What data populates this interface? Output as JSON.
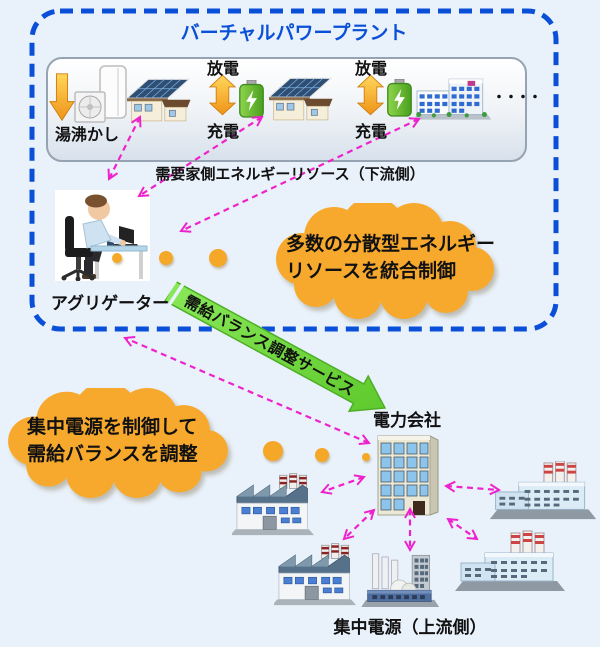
{
  "colors": {
    "background": "#e9f1fa",
    "vpp_border_blue": "#0a4fd8",
    "title_blue": "#0a4fd8",
    "callout_orange": "#f7a92e",
    "link_arrow_pink": "#ee22cc",
    "service_arrow_green": "#74da3e",
    "energy_arrow_orange": "#f29a1f",
    "battery_green": "#5cb82e"
  },
  "vpp": {
    "title": "バーチャルパワープラント",
    "devices": {
      "water_heater_label": "湯沸かし",
      "discharge_label": "放電",
      "charge_label": "充電",
      "more_resources_dots": "・・・・"
    },
    "resources_caption": "需要家側エネルギーリソース（下流側）",
    "aggregator_label": "アグリゲーター"
  },
  "callouts": {
    "distributed_control": {
      "line1": "多数の分散型エネルギー",
      "line2": "リソースを統合制御"
    },
    "centralized_control": {
      "line1": "集中電源を制御して",
      "line2": "需給バランスを調整"
    }
  },
  "service_arrow_label": "需給バランス調整サービス",
  "labels": {
    "power_company": "電力会社",
    "centralized_sources": "集中電源（上流側）"
  }
}
